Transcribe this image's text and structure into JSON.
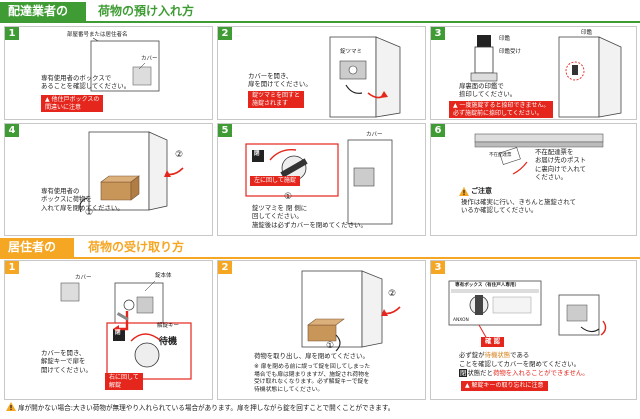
{
  "colors": {
    "green": "#3f9c35",
    "orange": "#f5a623",
    "red": "#e4261c",
    "orange_text": "#d7821b"
  },
  "sections": {
    "delivery": {
      "tag": "配達業者の方",
      "title": "荷物の預け入れ方",
      "steps": [
        {
          "number": "1",
          "label_room": "部屋番号または居住者名",
          "label_cover": "カバー",
          "text": "専有使用者のボックスで\nあることを確認してください。",
          "warning": "▲ 他住戸ボックスの\n間違いに注意"
        },
        {
          "number": "2",
          "label_knob": "錠ツマミ",
          "text": "カバーを開き、\n扉を開けてください。",
          "warning": "錠ツマミを回すと\n施錠されます"
        },
        {
          "number": "3",
          "label_stamp": "印鑑",
          "label_stamp_holder": "印鑑受け",
          "label_stamp_right": "印鑑",
          "text": "扉裏面の印鑑で\n捺印してください。",
          "warning": "▲ 一度施錠すると捺印できません。\n必ず施錠前に捺印してください。"
        },
        {
          "number": "4",
          "text": "専有使用者の\nボックスに荷物を\n入れて扉を閉めてください。",
          "circle_1": "①",
          "circle_2": "②"
        },
        {
          "number": "5",
          "label_cover": "カバー",
          "label_lock": "閉",
          "label_turn": "左に回して施錠",
          "text": "錠ツマミを 閉 側に\n回してください。\n施錠後は必ずカバーを閉めてください。",
          "circle_1": "①"
        },
        {
          "number": "6",
          "label_slip": "不在配達票",
          "text": "不在配達票を\nお届け先のポスト\nに裏向けで入れて\nください。",
          "notice_title": "ご注意",
          "notice_text": "操作は確実に行い、きちんと施錠されて\nいるか確認してください。"
        }
      ]
    },
    "resident": {
      "tag": "居住者の方",
      "title": "荷物の受け取り方",
      "steps": [
        {
          "number": "1",
          "label_cover": "カバー",
          "label_body": "錠本体",
          "label_key": "解錠キー",
          "label_standby": "待機",
          "label_lock": "閉",
          "label_turn": "右に回して\n解錠",
          "text": "カバーを開き、\n解錠キーで扉を\n開けてください。"
        },
        {
          "number": "2",
          "text": "荷物を取り出し、扉を閉めてください。",
          "note": "※ 扉を閉める前に誤って錠を回してしまった\n場合でも扉は閉まりますが、施錠され荷物を\n受け取れなくなります。必ず解錠キーで錠を\n待機状態にしてください。",
          "circle_1": "①",
          "circle_2": "②"
        },
        {
          "number": "3",
          "label_panel": "専有ボックス（有住戸人専用）",
          "label_confirm": "確 認",
          "label_maker": "ANXON",
          "text_1a": "必ず錠が",
          "text_1b": "待機状態",
          "text_1c": "である",
          "text_2": "ことを確認してカバーを閉めてください。",
          "text_3a": "閉",
          "text_3b": "状態だと",
          "text_3c": "荷物を入れることができません。",
          "warning": "▲ 解錠キーの取り忘れに注意"
        }
      ]
    }
  },
  "footer_note": "扉が開かない場合:大きい荷物が無理やり入れられている場合があります。扉を押しながら錠を回すことで開くことができます。"
}
